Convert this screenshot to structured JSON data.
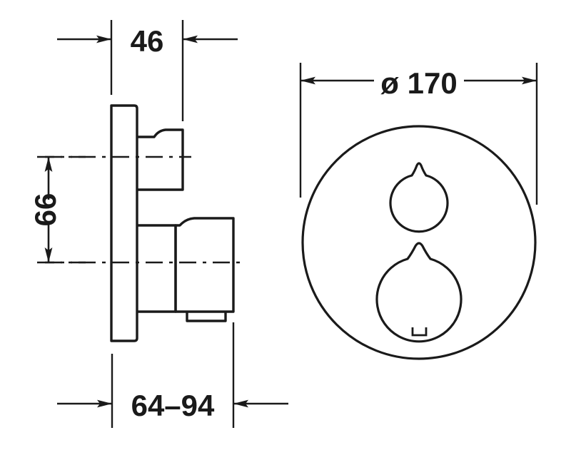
{
  "document": {
    "kind": "technical-dimension-drawing",
    "subject": "Concealed thermostatic shower mixer trim",
    "units_note": "mm",
    "line_color": "#1a1a1a",
    "background_color": "#ffffff"
  },
  "dimensions": {
    "depth": {
      "label": "46",
      "name": "depth-46",
      "orientation": "horizontal",
      "position": "top-left"
    },
    "handle_spacing": {
      "label": "66",
      "name": "handle-spacing-66",
      "orientation": "vertical-rotated",
      "position": "left"
    },
    "projection_range": {
      "label": "64–94",
      "name": "projection-range-64-94",
      "orientation": "horizontal",
      "position": "bottom-left"
    },
    "plate_diameter": {
      "label": "ø 170",
      "name": "plate-diameter-170",
      "orientation": "horizontal",
      "position": "top-right"
    }
  },
  "views": {
    "side_view": {
      "name": "side-section-view",
      "parts": [
        {
          "name": "wall-plate-flange",
          "label": "Wall plate flange"
        },
        {
          "name": "upper-handle-body",
          "label": "Upper control handle"
        },
        {
          "name": "lower-handle-base",
          "label": "Lower handle base collar"
        },
        {
          "name": "lower-handle-body",
          "label": "Lower control handle"
        },
        {
          "name": "lower-handle-tab",
          "label": "Lower handle tab"
        }
      ],
      "centerlines": [
        {
          "name": "upper-axis-centerline",
          "label": "Upper handle axis"
        },
        {
          "name": "lower-axis-centerline",
          "label": "Lower handle axis"
        }
      ]
    },
    "front_view": {
      "name": "front-elevation-view",
      "parts": [
        {
          "name": "round-face-plate",
          "label": "Round face plate"
        },
        {
          "name": "upper-knob",
          "label": "Upper knob (volume)"
        },
        {
          "name": "upper-knob-pointer",
          "label": "Upper knob pointer nub"
        },
        {
          "name": "lower-knob",
          "label": "Lower knob (temperature)"
        },
        {
          "name": "lower-knob-pointer",
          "label": "Lower knob pointer nub"
        },
        {
          "name": "lower-knob-tab",
          "label": "Lower knob bottom tab"
        }
      ]
    }
  }
}
